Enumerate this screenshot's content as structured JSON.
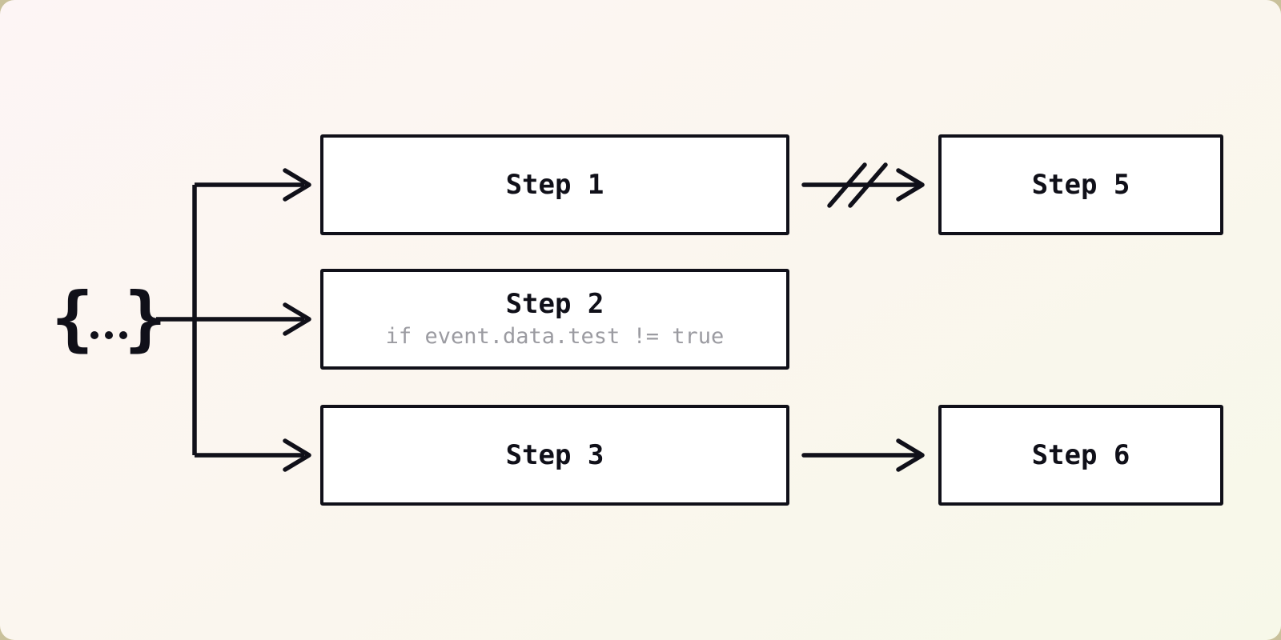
{
  "meta": {
    "kind": "workflow-fan-out-diagram"
  },
  "palette": {
    "ink": "#101019",
    "node_background": "#ffffff",
    "muted_text": "#9b9ba1",
    "background_top_left": "#fdf5f5",
    "background_bottom_right": "#f7f8e9",
    "outside_corner": "#c9c19b"
  },
  "source": {
    "icon": "json-object-icon",
    "label": "{...}",
    "open_brace": "{",
    "close_brace": "}"
  },
  "nodes": [
    {
      "id": "step-1",
      "title": "Step 1",
      "subtitle": ""
    },
    {
      "id": "step-2",
      "title": "Step 2",
      "subtitle": "if event.data.test != true"
    },
    {
      "id": "step-3",
      "title": "Step 3",
      "subtitle": ""
    },
    {
      "id": "step-5",
      "title": "Step 5",
      "subtitle": ""
    },
    {
      "id": "step-6",
      "title": "Step 6",
      "subtitle": ""
    }
  ],
  "edges": [
    {
      "from": "source",
      "to": "step-1",
      "style": "arrow"
    },
    {
      "from": "source",
      "to": "step-2",
      "style": "arrow"
    },
    {
      "from": "source",
      "to": "step-3",
      "style": "arrow"
    },
    {
      "from": "step-1",
      "to": "step-5",
      "style": "arrow-broken"
    },
    {
      "from": "step-3",
      "to": "step-6",
      "style": "arrow"
    }
  ]
}
